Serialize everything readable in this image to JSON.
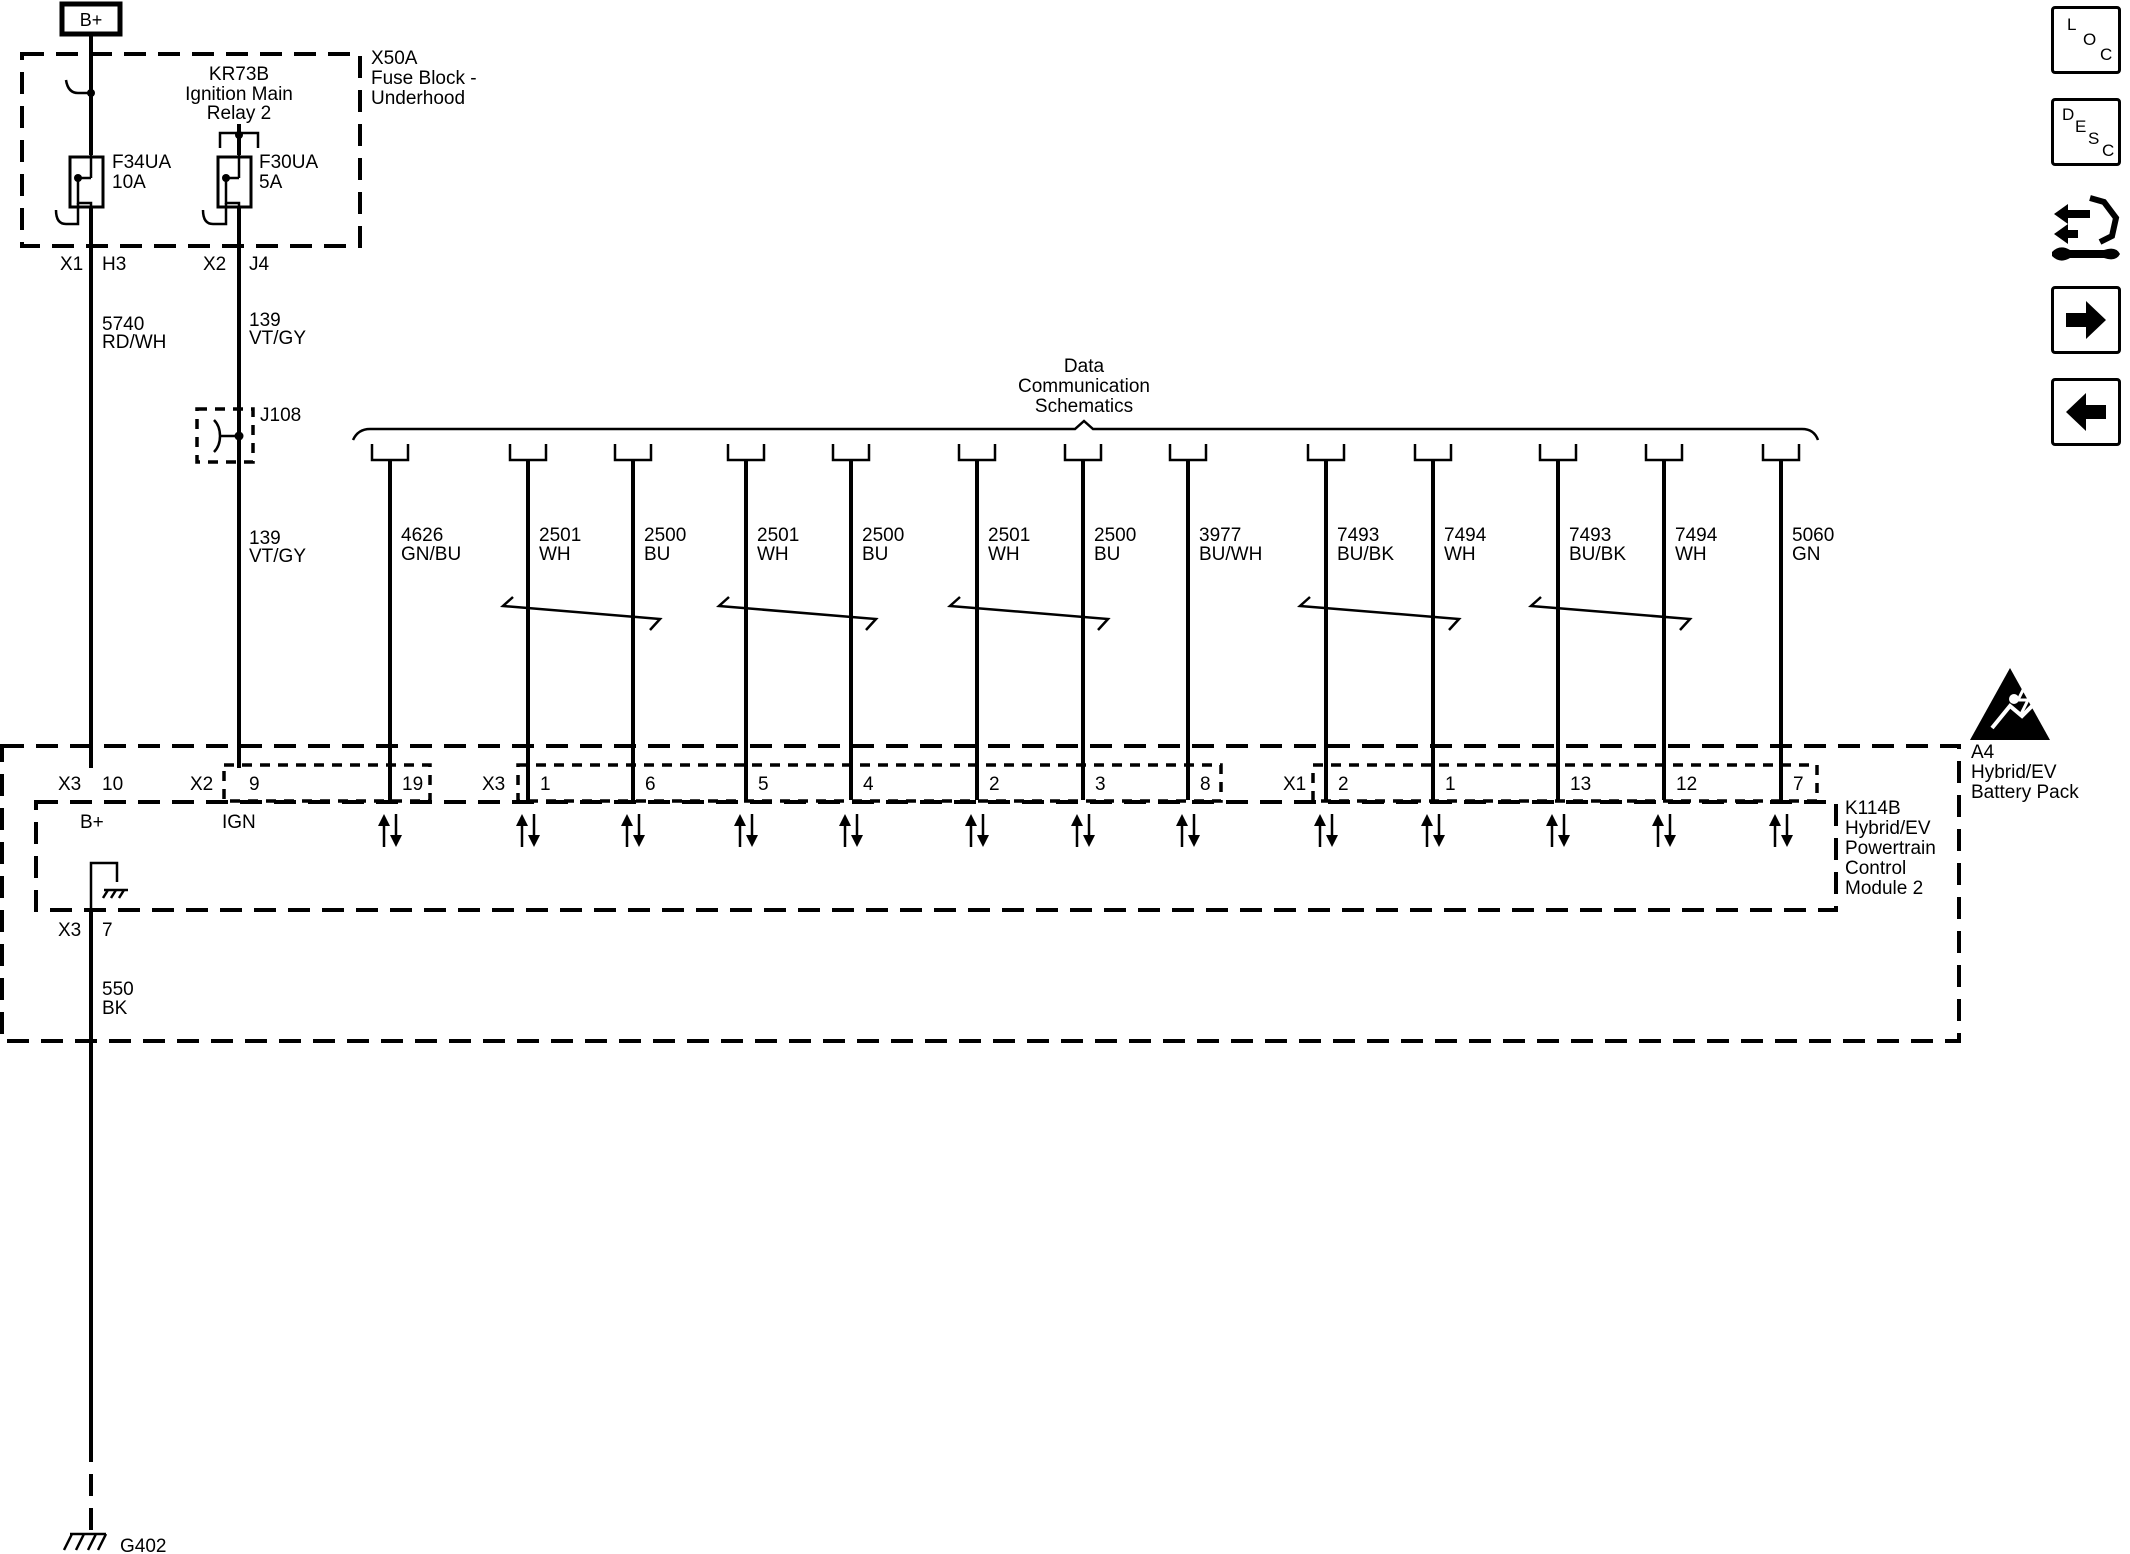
{
  "power": {
    "bplus": "B+"
  },
  "fuse_block": {
    "id": "X50A",
    "name1": "Fuse Block -",
    "name2": "Underhood",
    "relay_id": "KR73B",
    "relay_name1": "Ignition Main",
    "relay_name2": "Relay 2",
    "fuse1_id": "F34UA",
    "fuse1_rating": "10A",
    "fuse2_id": "F30UA",
    "fuse2_rating": "5A",
    "conn1": "X1",
    "pin1": "H3",
    "conn2": "X2",
    "pin2": "J4"
  },
  "wire_a": {
    "circuit": "5740",
    "color": "RD/WH"
  },
  "wire_b": {
    "circuit": "139",
    "color": "VT/GY"
  },
  "wire_b2": {
    "circuit": "139",
    "color": "VT/GY"
  },
  "splice": {
    "id": "J108"
  },
  "data_comm": {
    "l1": "Data",
    "l2": "Communication",
    "l3": "Schematics"
  },
  "data_wires": [
    {
      "circuit": "4626",
      "color": "GN/BU",
      "pin": "19"
    },
    {
      "circuit": "2501",
      "color": "WH",
      "pin": "1"
    },
    {
      "circuit": "2500",
      "color": "BU",
      "pin": "6"
    },
    {
      "circuit": "2501",
      "color": "WH",
      "pin": "5"
    },
    {
      "circuit": "2500",
      "color": "BU",
      "pin": "4"
    },
    {
      "circuit": "2501",
      "color": "WH",
      "pin": "2"
    },
    {
      "circuit": "2500",
      "color": "BU",
      "pin": "3"
    },
    {
      "circuit": "3977",
      "color": "BU/WH",
      "pin": "8"
    },
    {
      "circuit": "7493",
      "color": "BU/BK",
      "pin": "2"
    },
    {
      "circuit": "7494",
      "color": "WH",
      "pin": "1"
    },
    {
      "circuit": "7493",
      "color": "BU/BK",
      "pin": "13"
    },
    {
      "circuit": "7494",
      "color": "WH",
      "pin": "12"
    },
    {
      "circuit": "5060",
      "color": "GN",
      "pin": "7"
    }
  ],
  "module": {
    "conn_x3": "X3",
    "pin_bplus": "10",
    "conn_x2": "X2",
    "pin_ign": "9",
    "conn_x3b": "X3",
    "conn_x1": "X1",
    "label_bplus": "B+",
    "label_ign": "IGN",
    "gnd_conn": "X3",
    "gnd_pin": "7",
    "id": "K114B",
    "name1": "Hybrid/EV",
    "name2": "Powertrain",
    "name3": "Control",
    "name4": "Module 2"
  },
  "battery": {
    "id": "A4",
    "name1": "Hybrid/EV",
    "name2": "Battery Pack"
  },
  "ground_wire": {
    "circuit": "550",
    "color": "BK"
  },
  "ground": {
    "id": "G402"
  },
  "nav": {
    "loc": {
      "l": "L",
      "o": "O",
      "c": "C"
    },
    "desc": {
      "d": "D",
      "e": "E",
      "s": "S",
      "c": "C"
    }
  }
}
